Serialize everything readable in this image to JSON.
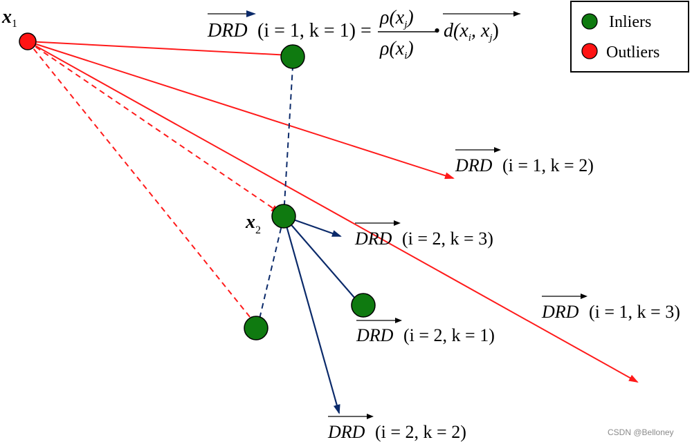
{
  "colors": {
    "inlier": "#0f7a10",
    "outlier": "#ff1414",
    "red_line": "#ff1a1a",
    "blue_line": "#0b2a6a"
  },
  "points": {
    "x1": {
      "symbol": "x",
      "subscript": "1"
    },
    "x2": {
      "symbol": "x",
      "subscript": "2"
    }
  },
  "legend": {
    "inliers": "Inliers",
    "outliers": "Outliers"
  },
  "formula": {
    "lhs": "DRD",
    "lhs_args": "(i = 1, k = 1) =",
    "numerator": "ρ(x",
    "numerator_sub": "j",
    "denominator": "ρ(x",
    "denominator_sub": "i",
    "bullet": "•",
    "rhs": "d(x",
    "rhs_sub_i": "i",
    "rhs_comma": ", x",
    "rhs_sub_j": "j",
    "close": ")"
  },
  "labels": {
    "drd_1_2": {
      "name": "DRD",
      "args": "(i = 1, k = 2)"
    },
    "drd_2_3": {
      "name": "DRD",
      "args": "(i = 2, k = 3)"
    },
    "drd_1_3": {
      "name": "DRD",
      "args": "(i = 1, k = 3)"
    },
    "drd_2_1": {
      "name": "DRD",
      "args": "(i = 2, k = 1)"
    },
    "drd_2_2": {
      "name": "DRD",
      "args": "(i = 2, k = 2)"
    }
  },
  "watermark": "CSDN @Belloney"
}
